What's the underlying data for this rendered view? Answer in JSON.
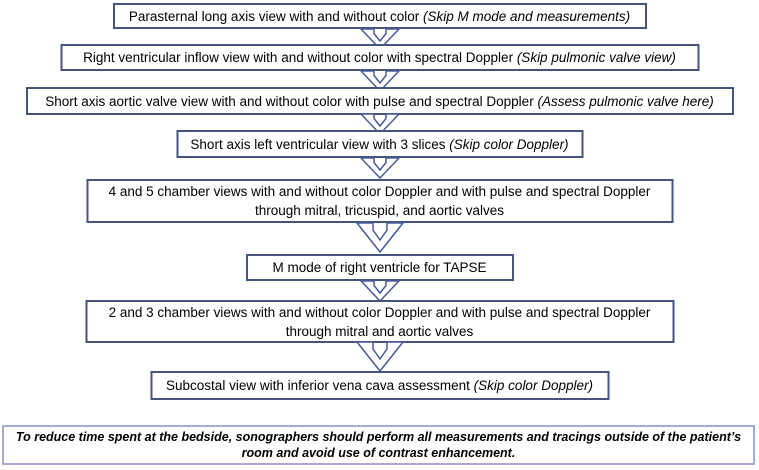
{
  "flowchart": {
    "boxes": [
      {
        "text": "Parasternal long axis view with and without color ",
        "italic": "(Skip M mode and measurements)"
      },
      {
        "text": "Right ventricular inflow view with and without color with spectral Doppler ",
        "italic": "(Skip pulmonic valve view)"
      },
      {
        "text": "Short axis aortic valve view with and without color with pulse and spectral Doppler ",
        "italic": "(Assess pulmonic valve here)"
      },
      {
        "text": "Short axis left ventricular view with 3 slices ",
        "italic": "(Skip color Doppler)"
      },
      {
        "text": "4 and 5 chamber views with and without color Doppler and with pulse and spectral Doppler through mitral, tricuspid, and aortic valves",
        "italic": ""
      },
      {
        "text": "M mode of right ventricle for TAPSE",
        "italic": ""
      },
      {
        "text": "2 and 3 chamber views with and without color Doppler and with pulse and spectral Doppler through mitral and aortic valves",
        "italic": ""
      },
      {
        "text": "Subcostal view with inferior vena cava assessment ",
        "italic": "(Skip color Doppler)"
      }
    ],
    "note": "To reduce time spent at the bedside, sonographers should perform all measurements and tracings outside of the patient’s room and avoid use of contrast enhancement.",
    "colors": {
      "box_border": "#44547e",
      "arrow_stroke": "#4a5a96",
      "note_border": "#a6aad6",
      "text": "#000000"
    }
  }
}
